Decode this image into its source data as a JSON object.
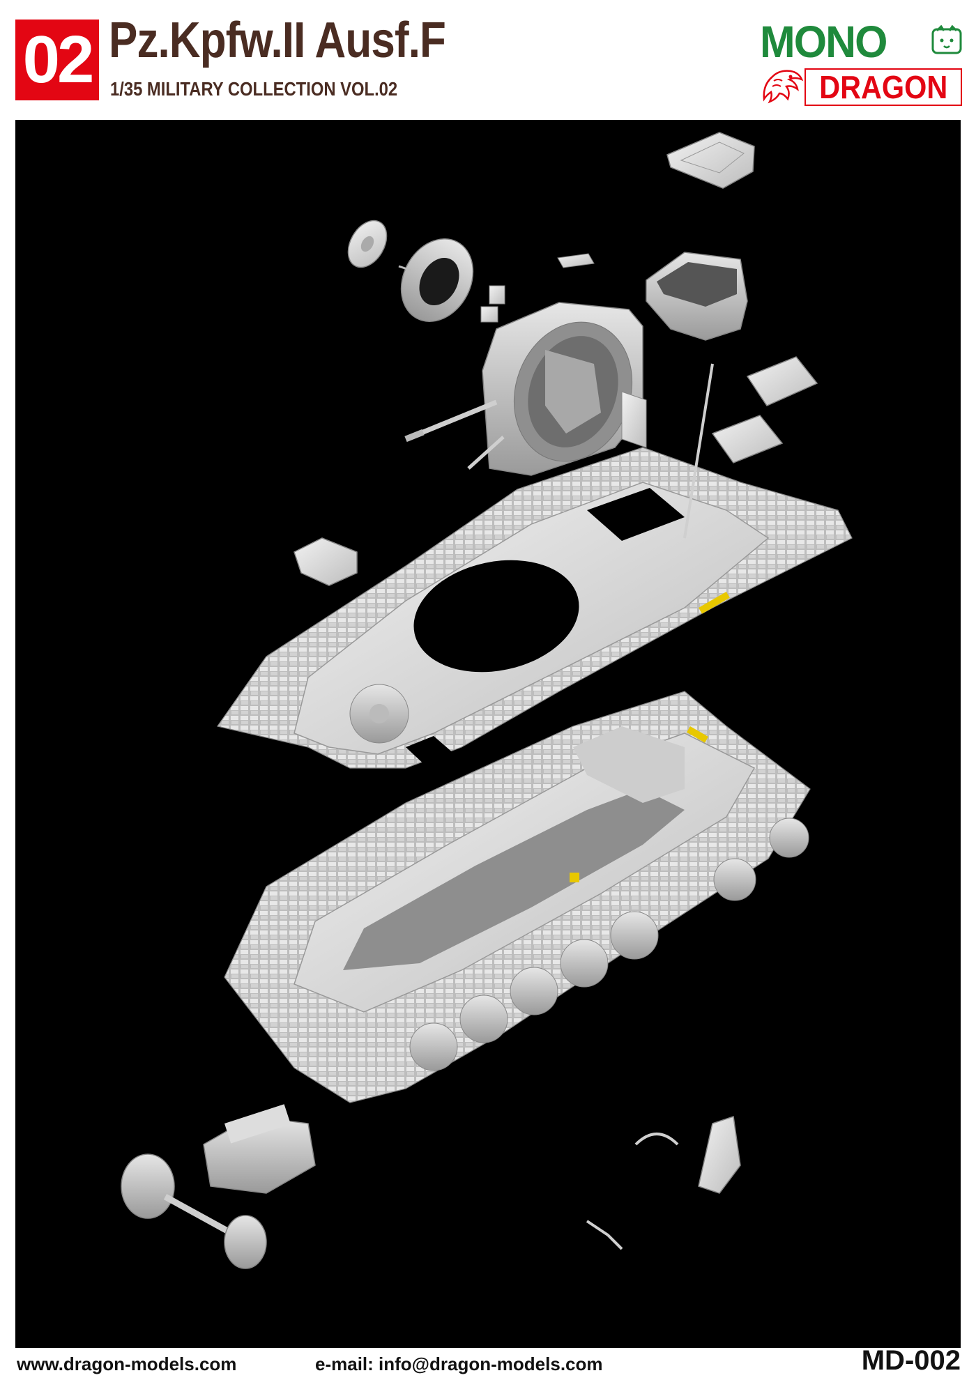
{
  "header": {
    "number": "02",
    "title": "Pz.Kpfw.II Ausf.F",
    "subtitle": "1/35 MILITARY COLLECTION VOL.02"
  },
  "logo": {
    "mono": "MONO",
    "dragon": "DRAGON",
    "mark_icon": "mono-face-icon",
    "emblem_icon": "dragon-emblem-icon"
  },
  "colors": {
    "accent_red": "#e30613",
    "title_brown": "#4a2c22",
    "logo_green": "#1f8a3c",
    "panel_black": "#000000",
    "model_gray": "#d8d8d8",
    "photo_etch_yellow": "#e8c800"
  },
  "footer": {
    "website": "www.dragon-models.com",
    "email": "e-mail: info@dragon-models.com",
    "product_code": "MD-002"
  }
}
